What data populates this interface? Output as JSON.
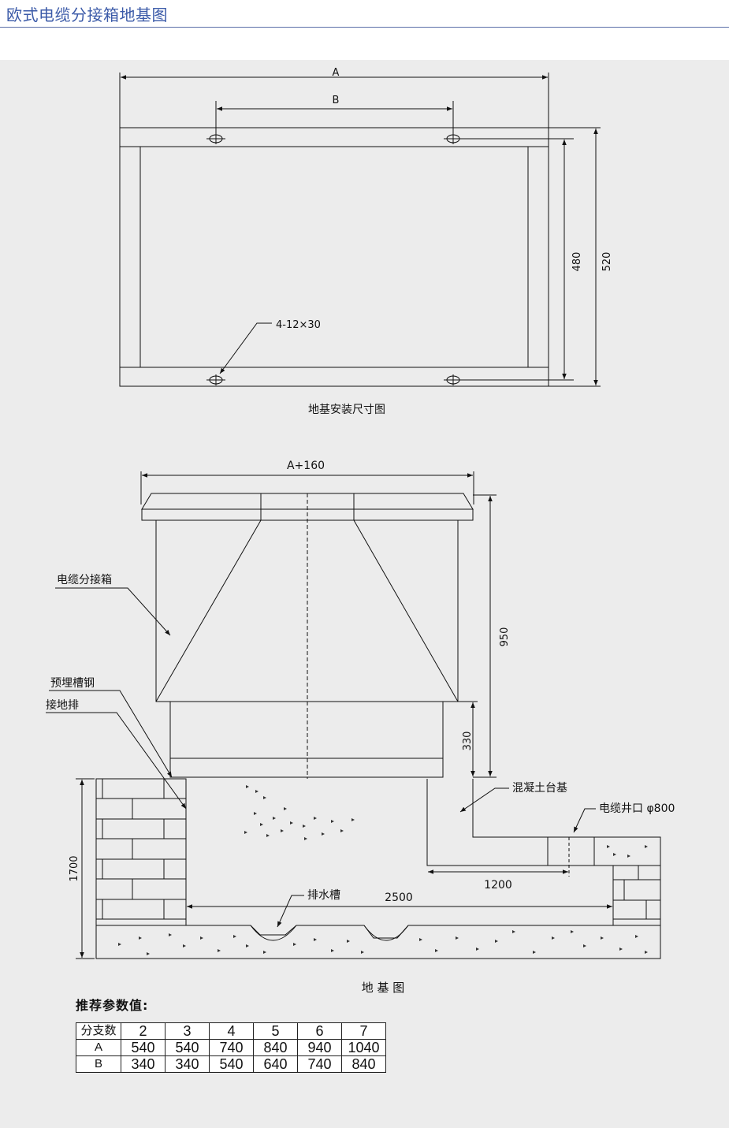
{
  "header": {
    "title": "欧式电缆分接箱地基图"
  },
  "top_view": {
    "dim_a": "A",
    "dim_b": "B",
    "dim_480": "480",
    "dim_520": "520",
    "hole_callout": "4-12×30",
    "caption": "地基安装尺寸图"
  },
  "section_view": {
    "dim_width": "A+160",
    "dim_950": "950",
    "dim_330": "330",
    "dim_1700": "1700",
    "dim_1200": "1200",
    "dim_2500": "2500",
    "label_box": "电缆分接箱",
    "label_channel": "预埋槽钢",
    "label_ground": "接地排",
    "label_concrete": "混凝土台基",
    "label_well": "电缆井口 φ800",
    "label_drain": "排水槽",
    "caption": "地 基 图"
  },
  "params": {
    "title": "推荐参数值:",
    "header_label": "分支数",
    "columns": [
      "2",
      "3",
      "4",
      "5",
      "6",
      "7"
    ],
    "rows": [
      {
        "label": "A",
        "values": [
          "540",
          "540",
          "740",
          "840",
          "940",
          "1040"
        ]
      },
      {
        "label": "B",
        "values": [
          "340",
          "340",
          "540",
          "640",
          "740",
          "840"
        ]
      }
    ]
  }
}
